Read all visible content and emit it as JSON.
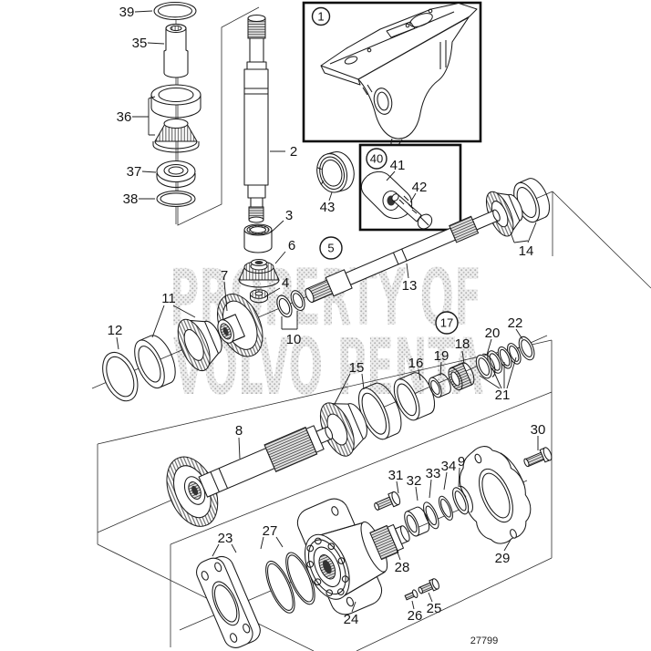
{
  "diagram": {
    "title": "exploded-parts-diagram",
    "drawing_number": "27799",
    "watermark": {
      "line1": "PROPERTY OF",
      "line2": "VOLVO PENTA"
    },
    "colors": {
      "line": "#1a1a1a",
      "watermark": "#b9b9b9",
      "background": "#ffffff"
    },
    "callouts": {
      "p1": "1",
      "p2": "2",
      "p3": "3",
      "p4": "4",
      "p5": "5",
      "p6": "6",
      "p7": "7",
      "p8": "8",
      "p9": "9",
      "p10": "10",
      "p11": "11",
      "p12": "12",
      "p13": "13",
      "p14": "14",
      "p15": "15",
      "p16": "16",
      "p17": "17",
      "p18": "18",
      "p19": "19",
      "p20": "20",
      "p21": "21",
      "p22": "22",
      "p23": "23",
      "p24": "24",
      "p25": "25",
      "p26": "26",
      "p27": "27",
      "p28": "28",
      "p29": "29",
      "p30": "30",
      "p31": "31",
      "p32": "32",
      "p33": "33",
      "p34": "34",
      "p35": "35",
      "p36": "36",
      "p37": "37",
      "p38": "38",
      "p39": "39",
      "p40": "40",
      "p41": "41",
      "p42": "42",
      "p43": "43"
    }
  }
}
